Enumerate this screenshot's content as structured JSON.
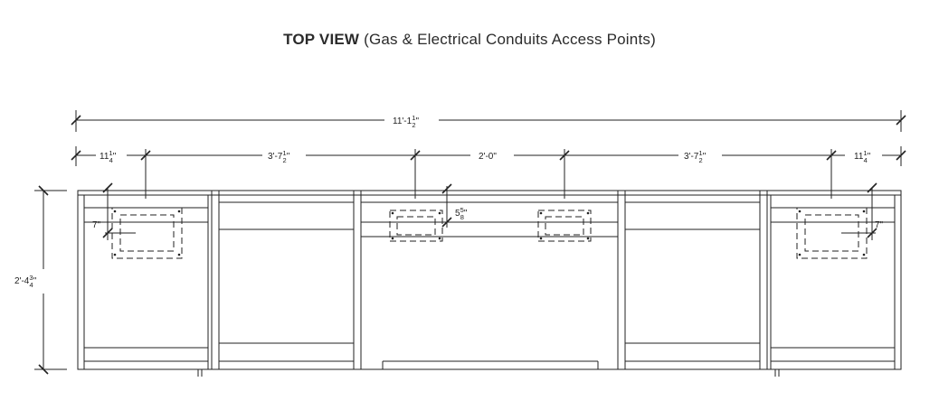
{
  "title": {
    "bold": "TOP VIEW",
    "rest": "(Gas & Electrical Conduits Access Points)"
  },
  "dimensions": {
    "overall_width": {
      "whole": "11'-1",
      "num": "1",
      "den": "2",
      "unit": "\""
    },
    "left_end": {
      "whole": "11",
      "num": "1",
      "den": "4",
      "unit": "\""
    },
    "left_span": {
      "whole": "3'-7",
      "num": "1",
      "den": "2",
      "unit": "\""
    },
    "center_span": {
      "whole": "2'-0\""
    },
    "right_span": {
      "whole": "3'-7",
      "num": "1",
      "den": "2",
      "unit": "\""
    },
    "right_end": {
      "whole": "11",
      "num": "1",
      "den": "4",
      "unit": "\""
    },
    "depth": {
      "whole": "2'-4",
      "num": "3",
      "den": "4",
      "unit": "\""
    },
    "left_offset": {
      "whole": "7\""
    },
    "right_offset": {
      "whole": "7\""
    },
    "center_offset": {
      "whole": "5",
      "num": "5",
      "den": "8",
      "unit": "\""
    }
  },
  "colors": {
    "line": "#222222",
    "title": "#2b2b2b"
  }
}
